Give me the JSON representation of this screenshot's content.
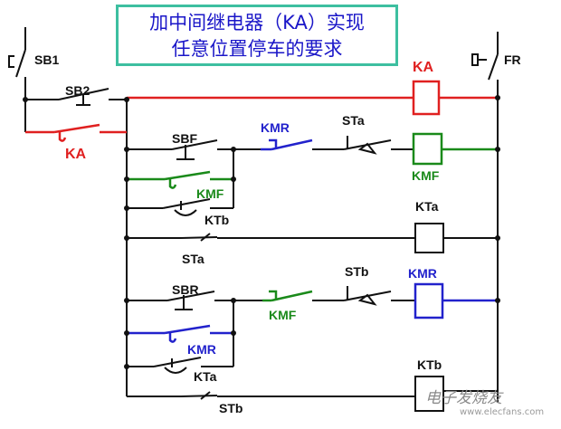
{
  "title": {
    "line1": "加中间继电器（KA）实现",
    "line2": "任意位置停车的要求"
  },
  "labels": {
    "sb1": "SB1",
    "sb2": "SB2",
    "ka_contact": "KA",
    "ka_coil": "KA",
    "fr": "FR",
    "sbf": "SBF",
    "kmr_nc": "KMR",
    "sta_nc": "STa",
    "kmf_coil": "KMF",
    "kmf_no": "KMF",
    "ktb_timed": "KTb",
    "kta_coil": "KTa",
    "sta_no": "STa",
    "sbr": "SBR",
    "kmf_nc": "KMF",
    "stb_nc": "STb",
    "kmr_coil": "KMR",
    "kmr_no": "KMR",
    "kta_timed": "KTa",
    "ktb_coil": "KTb",
    "stb_no": "STb"
  },
  "watermark": {
    "text": "电子发烧友",
    "url": "www.elecfans.com"
  },
  "colors": {
    "wire": "#111111",
    "red": "#e02020",
    "green": "#1a8a1a",
    "blue": "#2222cc",
    "title_border": "#3dbfa0",
    "title_text": "#1a16c8"
  }
}
